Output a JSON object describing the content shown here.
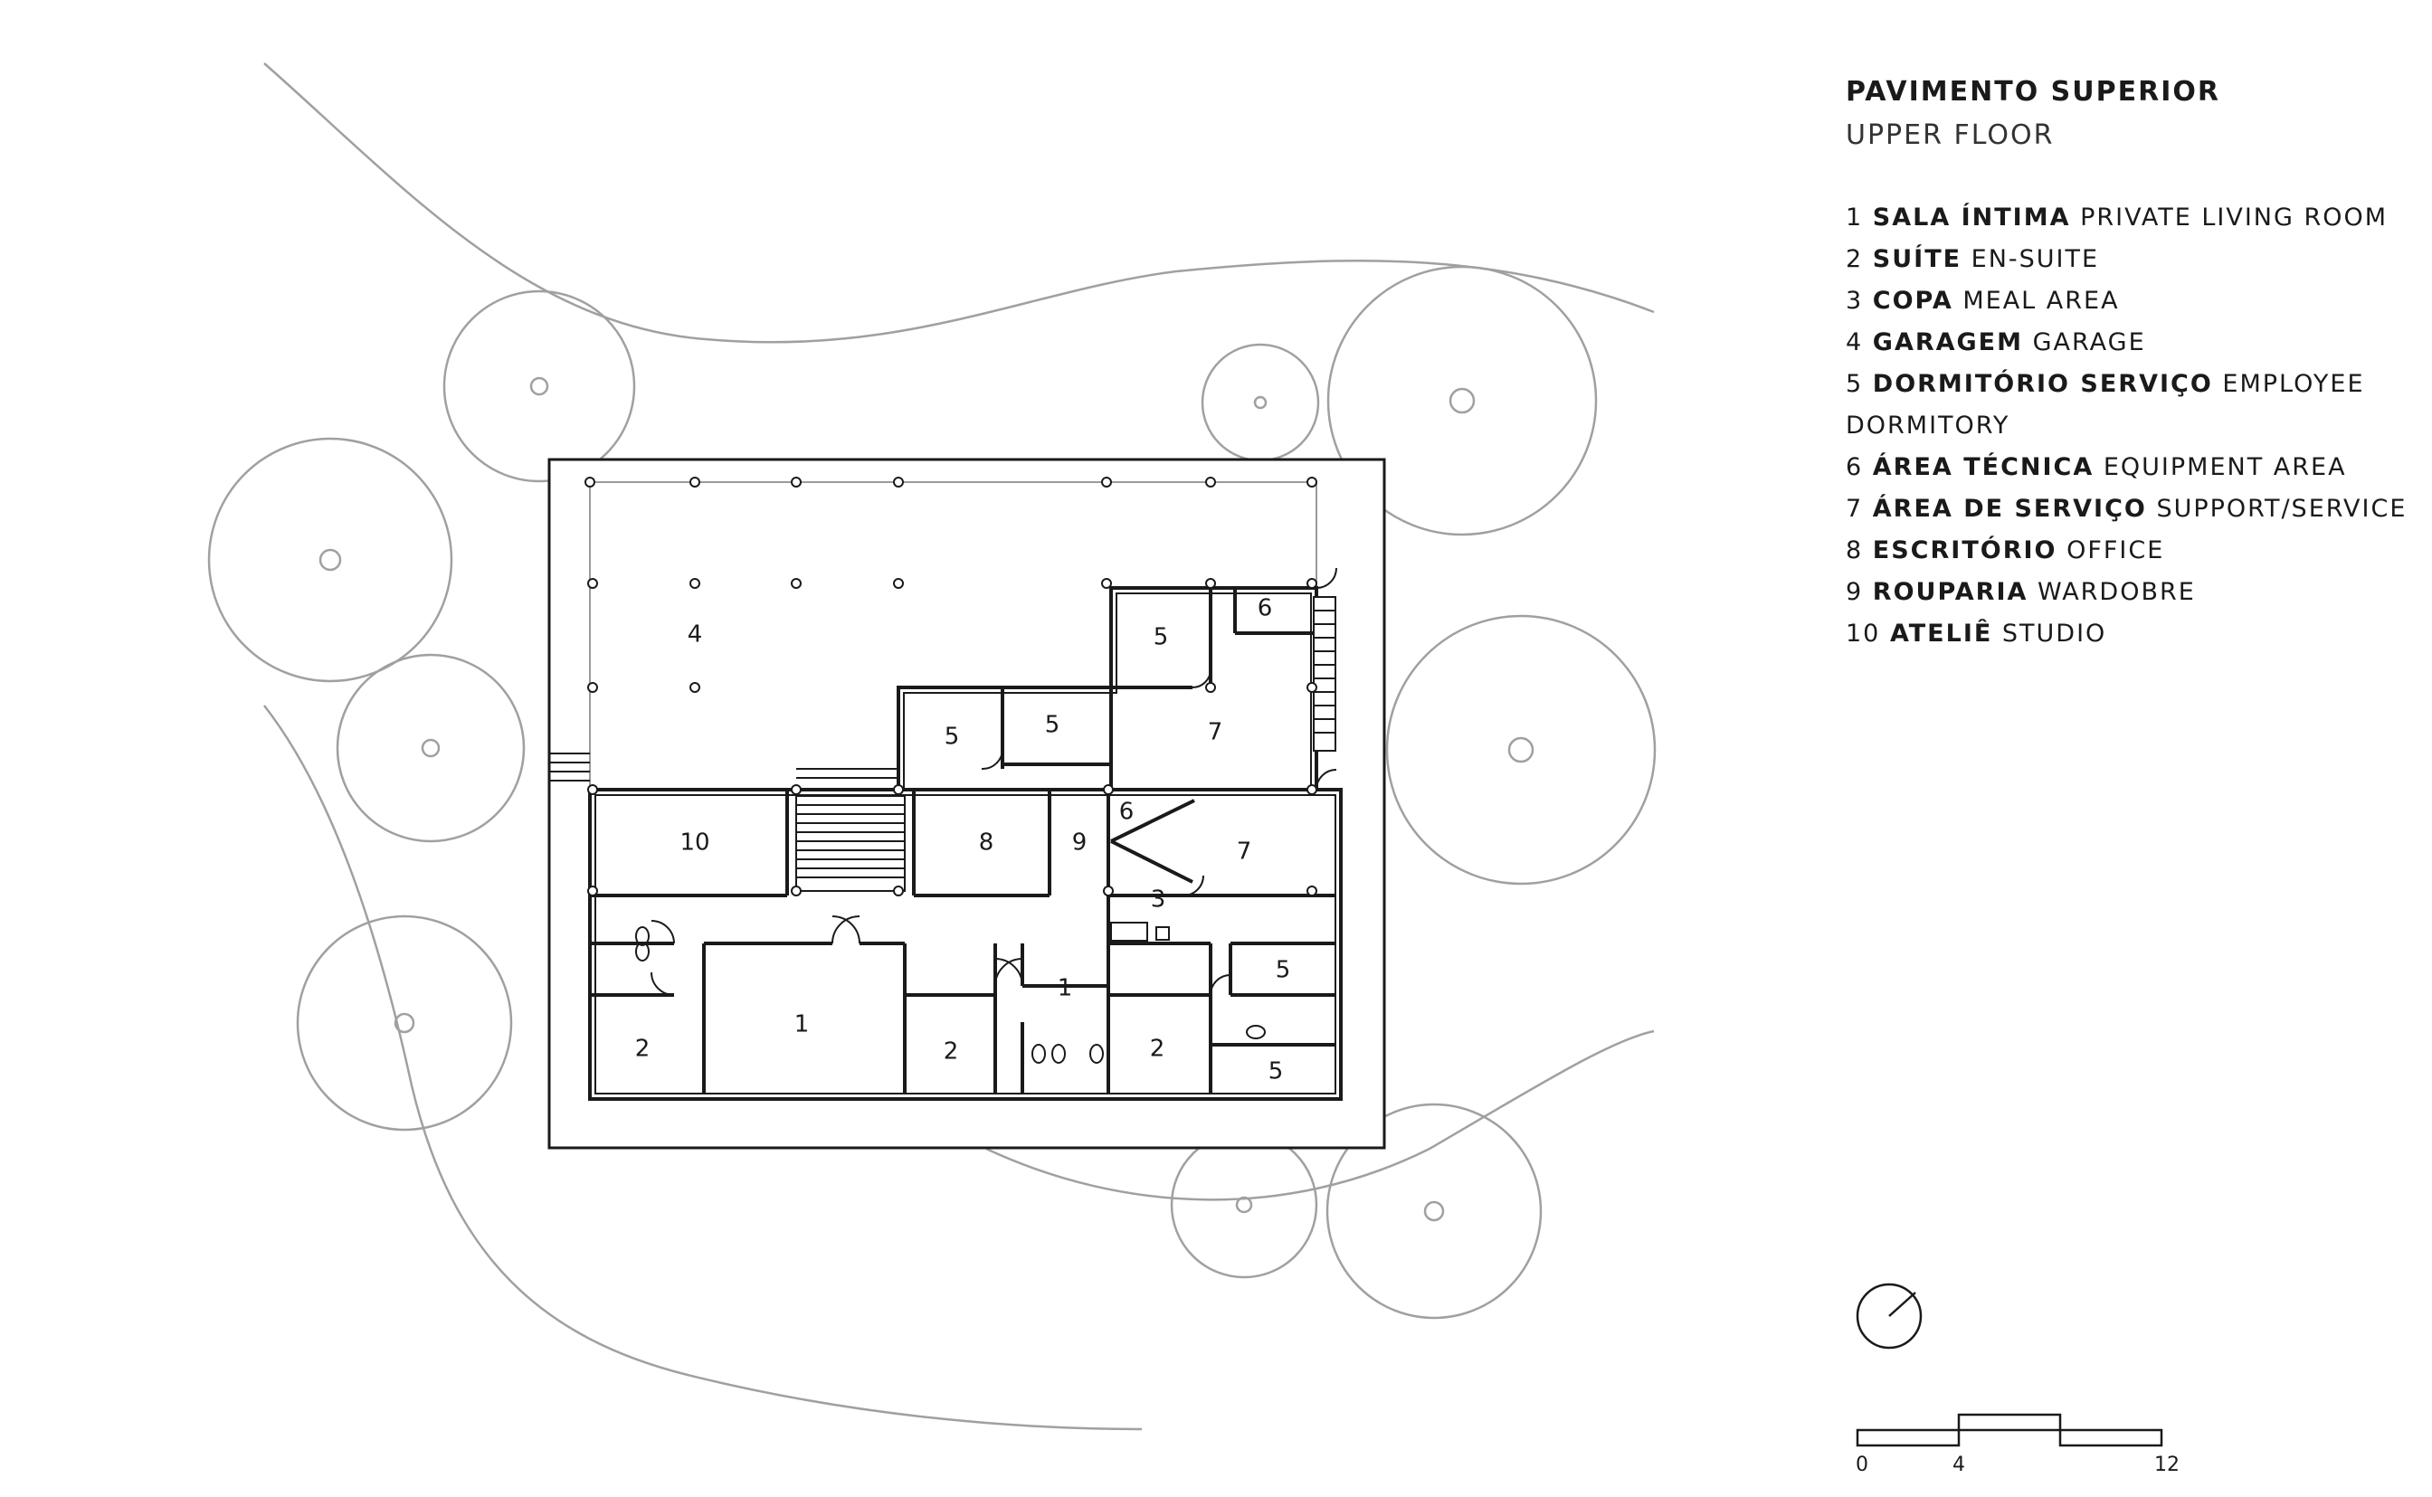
{
  "header": {
    "title": "PAVIMENTO SUPERIOR",
    "subtitle": "UPPER FLOOR"
  },
  "legend": [
    {
      "num": "1",
      "pt": "SALA ÍNTIMA",
      "en": "PRIVATE LIVING ROOM"
    },
    {
      "num": "2",
      "pt": "SUÍTE",
      "en": "EN-SUITE"
    },
    {
      "num": "3",
      "pt": "COPA",
      "en": "MEAL AREA"
    },
    {
      "num": "4",
      "pt": "GARAGEM",
      "en": "GARAGE"
    },
    {
      "num": "5",
      "pt": "DORMITÓRIO SERVIÇO",
      "en": "EMPLOYEE DORMITORY"
    },
    {
      "num": "6",
      "pt": "ÁREA TÉCNICA",
      "en": "EQUIPMENT AREA"
    },
    {
      "num": "7",
      "pt": "ÁREA DE SERVIÇO",
      "en": "SUPPORT/SERVICE"
    },
    {
      "num": "8",
      "pt": "ESCRITÓRIO",
      "en": "OFFICE"
    },
    {
      "num": "9",
      "pt": "ROUPARIA",
      "en": "WARDOBRE"
    },
    {
      "num": "10",
      "pt": "ATELIÊ",
      "en": "STUDIO"
    }
  ],
  "plan": {
    "room_labels": {
      "garage": "4",
      "dorm_a": "5",
      "dorm_b": "5",
      "dorm_c": "5",
      "dorm_d": "5",
      "dorm_e": "5",
      "tech_a": "6",
      "tech_b": "6",
      "service_a": "7",
      "service_b": "7",
      "studio": "10",
      "office": "8",
      "wardrobe": "9",
      "meal": "3",
      "living_a": "1",
      "living_b": "1",
      "suite_a": "2",
      "suite_b": "2",
      "suite_c": "2"
    }
  },
  "scale_bar": {
    "labels": [
      "0",
      "4",
      "12"
    ]
  },
  "colors": {
    "ink": "#1a1a1a",
    "landscape": "#9a9a9a"
  }
}
